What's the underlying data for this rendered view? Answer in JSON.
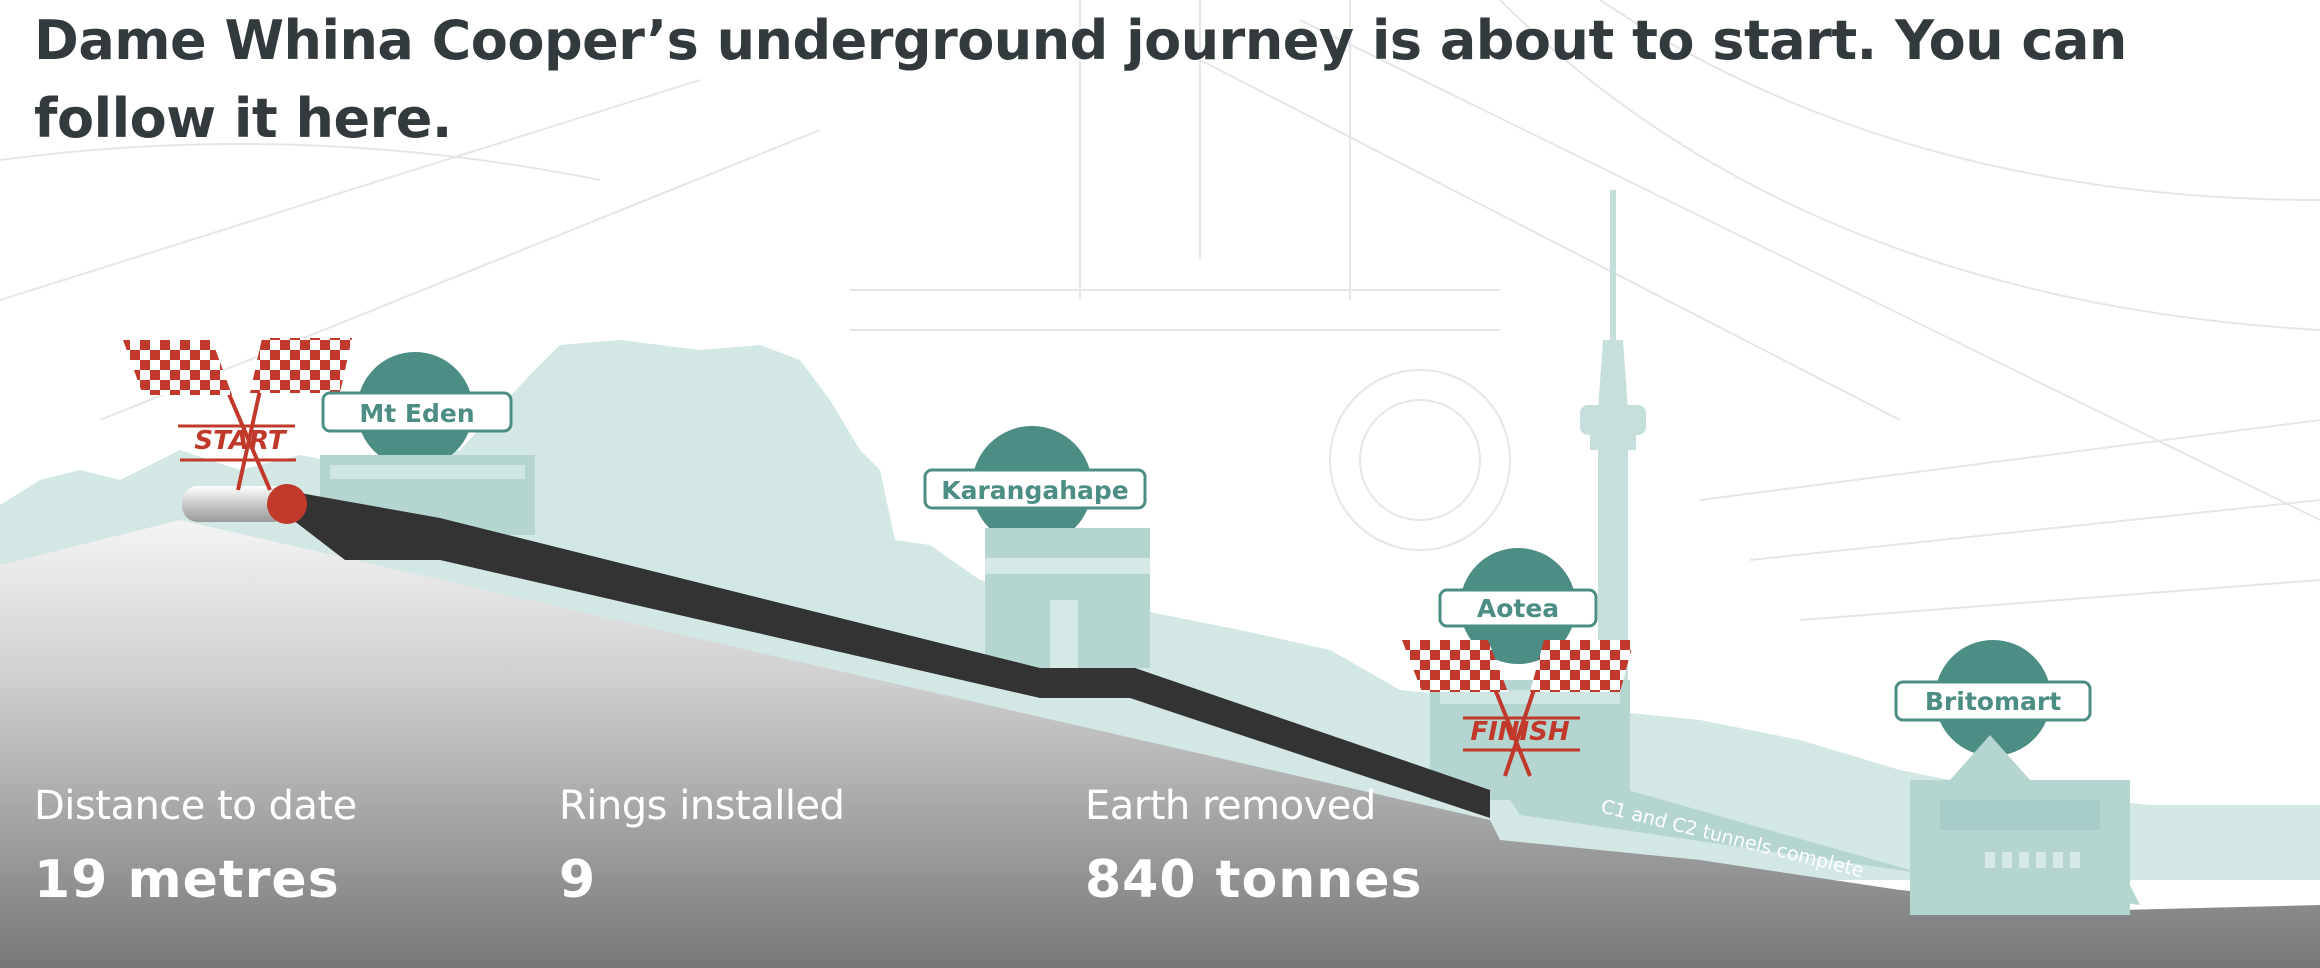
{
  "headline": "Dame Whina Cooper’s underground journey is about to start. You can follow it here.",
  "stations": {
    "mt_eden": "Mt Eden",
    "karangahape": "Karangahape",
    "aotea": "Aotea",
    "britomart": "Britomart"
  },
  "markers": {
    "start": "START",
    "finish": "FINISH"
  },
  "note": "C1 and C2 tunnels complete",
  "stats": {
    "distance": {
      "label": "Distance to date",
      "value": "19 metres"
    },
    "rings": {
      "label": "Rings installed",
      "value": "9"
    },
    "earth": {
      "label": "Earth removed",
      "value": "840 tonnes"
    }
  },
  "colors": {
    "teal_dark": "#4c8d84",
    "teal_light": "#d3e7e5",
    "tunnel": "#333333",
    "flag_red": "#c0392b",
    "ground_top": "#f2f2f2",
    "ground_bottom": "#7a7b7c"
  }
}
